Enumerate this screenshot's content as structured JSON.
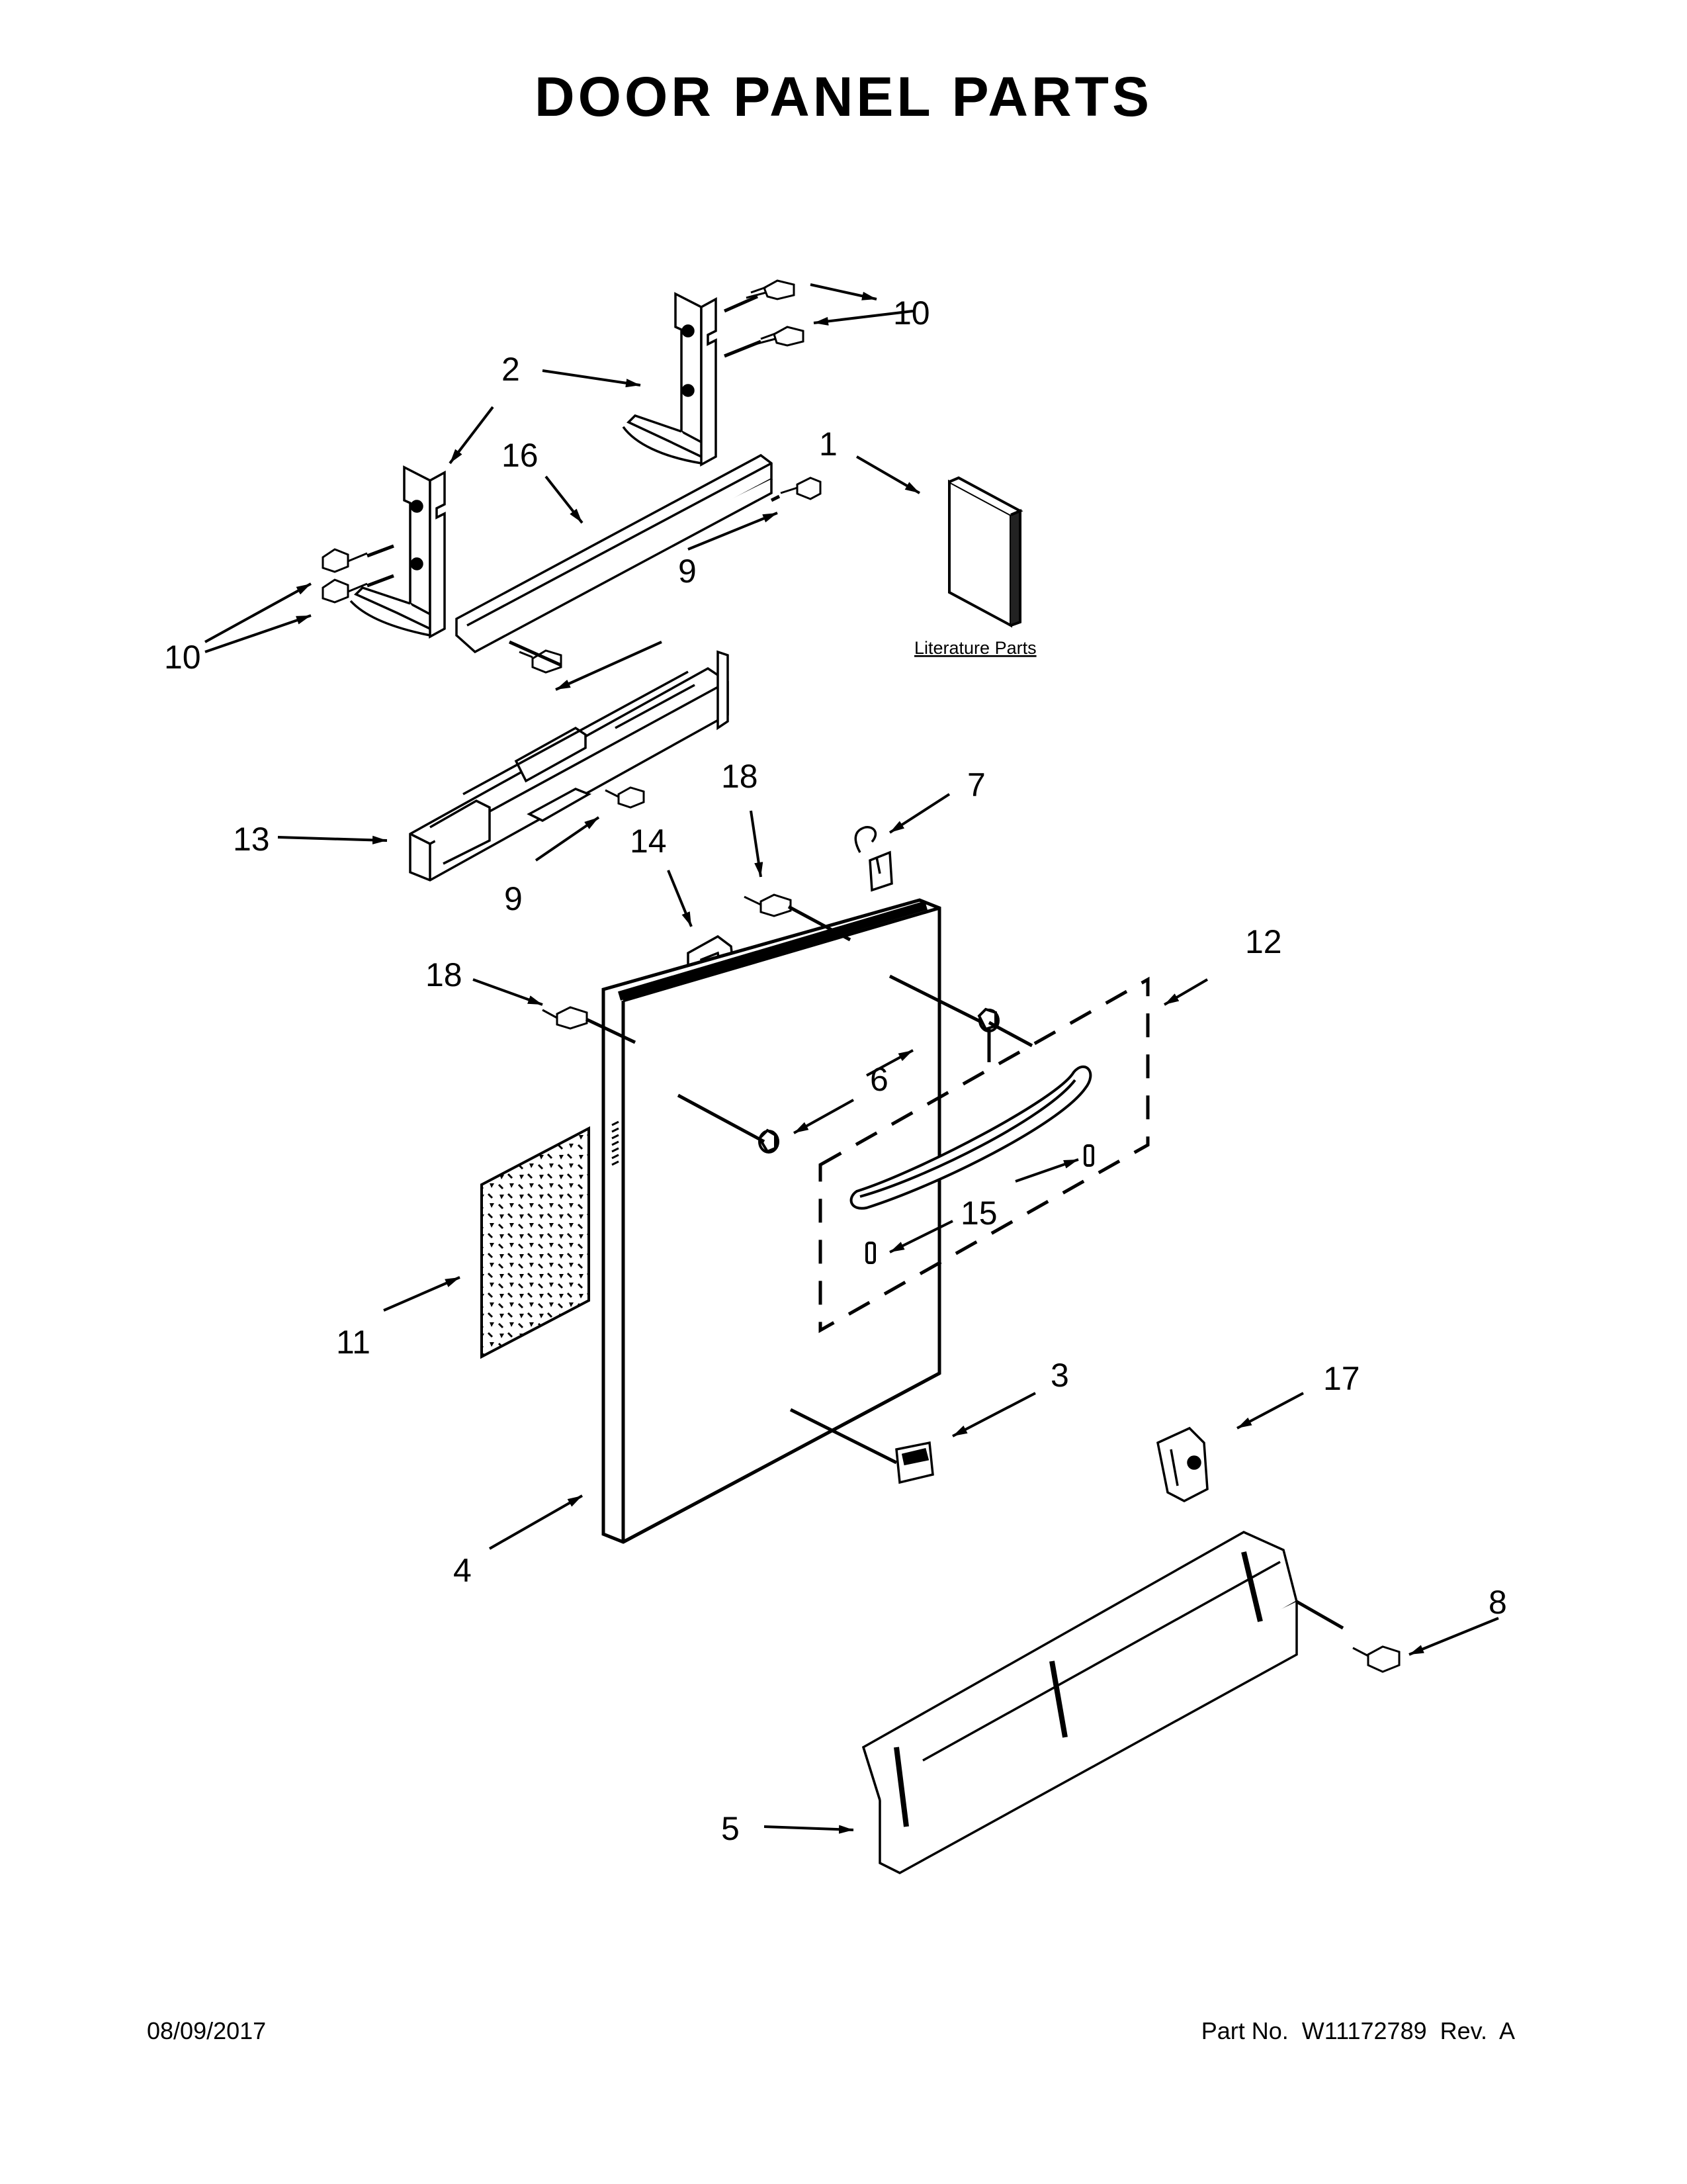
{
  "header": {
    "title": "DOOR PANEL PARTS"
  },
  "footer": {
    "date": "08/09/2017",
    "part_info": "Part No.  W11172789  Rev.  A"
  },
  "callouts": {
    "c1": "1",
    "c2": "2",
    "c3": "3",
    "c4": "4",
    "c5": "5",
    "c6": "6",
    "c7": "7",
    "c8": "8",
    "c9a": "9",
    "c9b": "9",
    "c10a": "10",
    "c10b": "10",
    "c11": "11",
    "c12": "12",
    "c13": "13",
    "c14": "14",
    "c15": "15",
    "c16": "16",
    "c17": "17",
    "c18a": "18",
    "c18b": "18"
  },
  "literature": {
    "label": "Literature Parts"
  }
}
